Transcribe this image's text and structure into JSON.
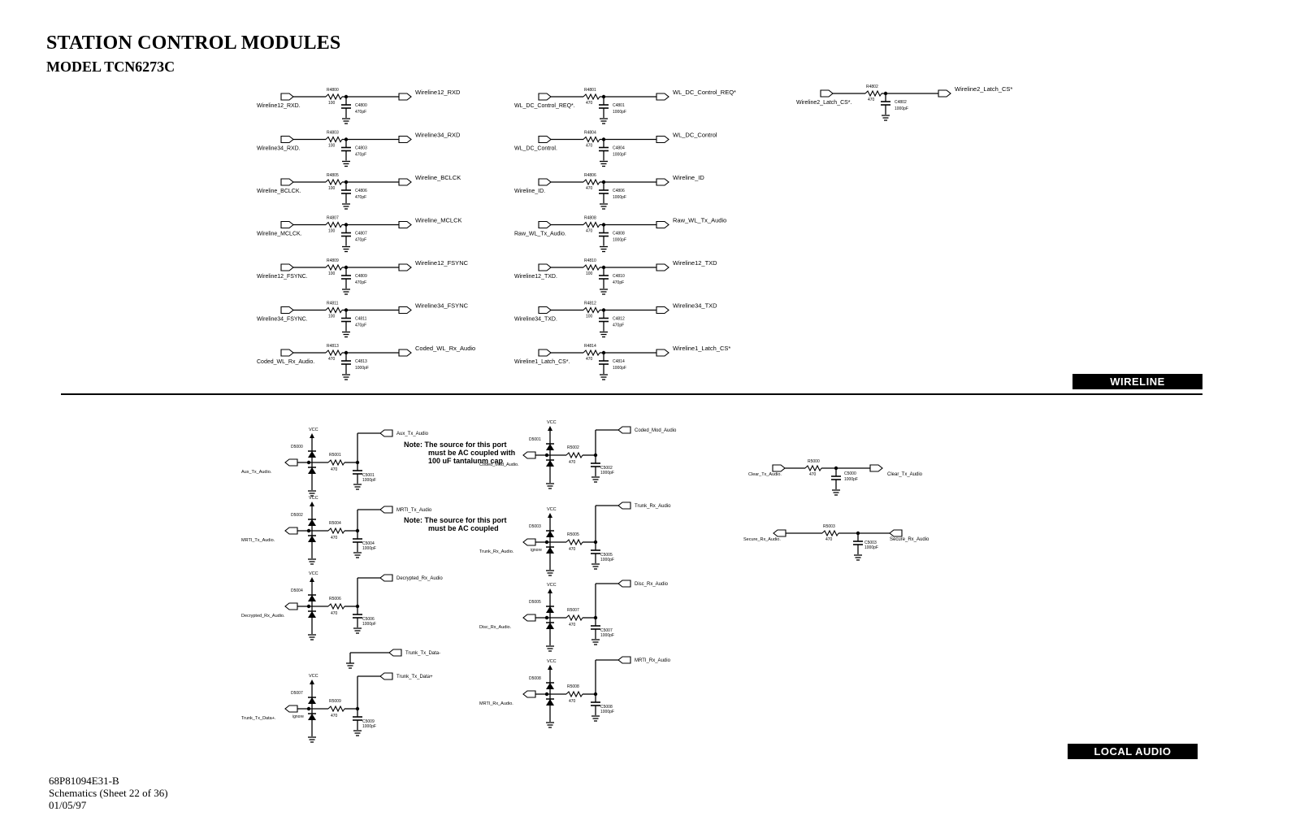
{
  "header": {
    "title": "STATION CONTROL MODULES",
    "subtitle": "MODEL TCN6273C"
  },
  "footer": {
    "doc_number": "68P81094E31-B",
    "sheet": "Schematics (Sheet 22 of 36)",
    "date": "01/05/97"
  },
  "sections": {
    "wireline": "WIRELINE",
    "local_audio": "LOCAL AUDIO"
  },
  "wireline_filters": [
    {
      "in": "Wireline12_RXD.",
      "out": "Wireline12_RXD",
      "r": "R4800",
      "rv": "100",
      "c": "C4800",
      "cv": "470pF"
    },
    {
      "in": "Wireline34_RXD.",
      "out": "Wireline34_RXD",
      "r": "R4803",
      "rv": "100",
      "c": "C4803",
      "cv": "470pF"
    },
    {
      "in": "Wireline_BCLCK.",
      "out": "Wireline_BCLCK",
      "r": "R4805",
      "rv": "100",
      "c": "C4806",
      "cv": "470pF"
    },
    {
      "in": "Wireline_MCLCK.",
      "out": "Wireline_MCLCK",
      "r": "R4807",
      "rv": "100",
      "c": "C4807",
      "cv": "470pF"
    },
    {
      "in": "Wireline12_FSYNC.",
      "out": "Wireline12_FSYNC",
      "r": "R4809",
      "rv": "100",
      "c": "C4809",
      "cv": "470pF"
    },
    {
      "in": "Wireline34_FSYNC.",
      "out": "Wireline34_FSYNC",
      "r": "R4811",
      "rv": "100",
      "c": "C4811",
      "cv": "470pF"
    },
    {
      "in": "Coded_WL_Rx_Audio.",
      "out": "Coded_WL_Rx_Audio",
      "r": "R4813",
      "rv": "470",
      "c": "C4813",
      "cv": "1000pF"
    },
    {
      "in": "WL_DC_Control_REQ*.",
      "out": "WL_DC_Control_REQ*",
      "r": "R4801",
      "rv": "470",
      "c": "C4801",
      "cv": "1000pF"
    },
    {
      "in": "WL_DC_Control.",
      "out": "WL_DC_Control",
      "r": "R4804",
      "rv": "470",
      "c": "C4804",
      "cv": "1000pF"
    },
    {
      "in": "Wireline_ID.",
      "out": "Wireline_ID",
      "r": "R4806",
      "rv": "470",
      "c": "C4806",
      "cv": "1000pF"
    },
    {
      "in": "Raw_WL_Tx_Audio.",
      "out": "Raw_WL_Tx_Audio",
      "r": "R4808",
      "rv": "470",
      "c": "C4808",
      "cv": "1000pF"
    },
    {
      "in": "Wireline12_TXD.",
      "out": "Wireline12_TXD",
      "r": "R4810",
      "rv": "100",
      "c": "C4810",
      "cv": "470pF"
    },
    {
      "in": "Wireline34_TXD.",
      "out": "Wireline34_TXD",
      "r": "R4812",
      "rv": "100",
      "c": "C4812",
      "cv": "470pF"
    },
    {
      "in": "Wireline1_Latch_CS*.",
      "out": "Wireline1_Latch_CS*",
      "r": "R4814",
      "rv": "470",
      "c": "C4814",
      "cv": "1000pF"
    },
    {
      "in": "Wireline2_Latch_CS*.",
      "out": "Wireline2_Latch_CS*",
      "r": "R4802",
      "rv": "470",
      "c": "C4802",
      "cv": "1000pF"
    }
  ],
  "audio_clamps": [
    {
      "in": "Aux_Tx_Audio.",
      "out": "Aux_Tx_Audio",
      "d": "D5000",
      "d2": "",
      "r": "R5001",
      "rv": "470",
      "c": "C5001",
      "cv": "1000pF",
      "vcc": "VCC"
    },
    {
      "in": "MRTI_Tx_Audio.",
      "out": "MRTI_Tx_Audio",
      "d": "D5002",
      "d2": "",
      "r": "R5004",
      "rv": "470",
      "c": "C5004",
      "cv": "1000pF",
      "vcc": "VCC"
    },
    {
      "in": "Decrypted_Rx_Audio.",
      "out": "Decrypted_Rx_Audio",
      "d": "D5004",
      "d2": "",
      "r": "R5006",
      "rv": "470",
      "c": "C5006",
      "cv": "1000pF",
      "vcc": "VCC"
    },
    {
      "in": "Trunk_Tx_Data+.",
      "out": "Trunk_Tx_Data+",
      "d": "D5007",
      "d2": "ignore",
      "r": "R5009",
      "rv": "470",
      "c": "C5009",
      "cv": "1000pF",
      "vcc": "VCC"
    },
    {
      "in": "Coded_Mod_Audio.",
      "out": "Coded_Mod_Audio",
      "d": "D5001",
      "d2": "",
      "r": "R5002",
      "rv": "470",
      "c": "C5002",
      "cv": "1000pF",
      "vcc": "VCC"
    },
    {
      "in": "Trunk_Rx_Audio.",
      "out": "Trunk_Rx_Audio",
      "d": "D5003",
      "d2": "ignore",
      "r": "R5005",
      "rv": "470",
      "c": "C5005",
      "cv": "1000pF",
      "vcc": "VCC"
    },
    {
      "in": "Disc_Rx_Audio.",
      "out": "Disc_Rx_Audio",
      "d": "D5005",
      "d2": "",
      "r": "R5007",
      "rv": "470",
      "c": "C5007",
      "cv": "1000pF",
      "vcc": "VCC"
    },
    {
      "in": "MRTI_Rx_Audio.",
      "out": "MRTI_Rx_Audio",
      "d": "D5008",
      "d2": "",
      "r": "R5008",
      "rv": "470",
      "c": "C5008",
      "cv": "1000pF",
      "vcc": "VCC"
    }
  ],
  "trunk_tx_data_minus": "Trunk_Tx_Data-",
  "audio_filters": [
    {
      "in": "Clear_Tx_Audio.",
      "out": "Clear_Tx_Audio",
      "r": "R5000",
      "rv": "470",
      "c": "C5000",
      "cv": "1000pF"
    },
    {
      "in": "Secure_Rx_Audio.",
      "out": "Secure_Rx_Audio",
      "r": "R5003",
      "rv": "470",
      "c": "C5003",
      "cv": "1000pF"
    }
  ],
  "notes": [
    {
      "lines": [
        "Note: The source for this port",
        "must be AC coupled with",
        "100 uF tantalunm cap"
      ]
    },
    {
      "lines": [
        "Note: The source for this port",
        "must be AC coupled"
      ]
    }
  ]
}
